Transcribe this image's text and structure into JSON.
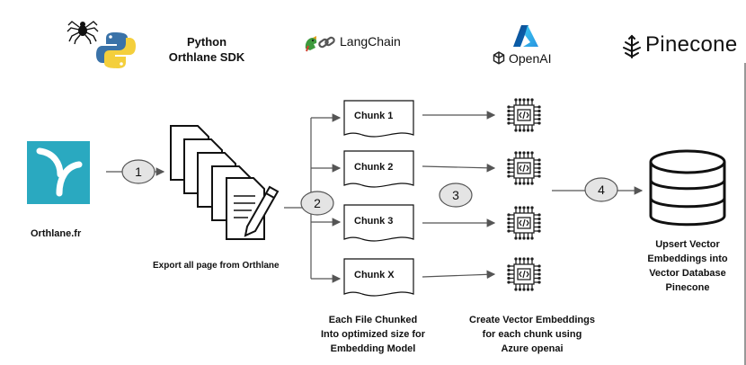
{
  "header": {
    "python_sdk_line1": "Python",
    "python_sdk_line2": "Orthlane SDK",
    "langchain_label": "LangChain",
    "openai_label": "OpenAI",
    "pinecone_label": "Pinecone"
  },
  "source": {
    "label": "Orthlane.fr",
    "brand_color": "#2aa9c0"
  },
  "steps": [
    "1",
    "2",
    "3",
    "4"
  ],
  "export_caption": "Export all page from Orthlane",
  "chunks": [
    "Chunk 1",
    "Chunk 2",
    "Chunk 3",
    "Chunk X"
  ],
  "chunk_caption": [
    "Each File Chunked",
    "Into optimized size for",
    "Embedding Model"
  ],
  "embedding_caption": [
    "Create Vector Embeddings",
    "for each chunk using",
    "Azure openai"
  ],
  "db_caption": [
    "Upsert Vector",
    "Embeddings into",
    "Vector Database",
    "Pinecone"
  ],
  "icons": {
    "python": "python-logo-icon",
    "spider": "spider-icon",
    "langchain": "parrot-chain-icon",
    "azure": "azure-logo-icon",
    "openai": "openai-logo-icon",
    "pinecone": "pinecone-logo-icon",
    "documents": "documents-icon",
    "chip": "ai-chip-icon",
    "database": "database-icon"
  }
}
